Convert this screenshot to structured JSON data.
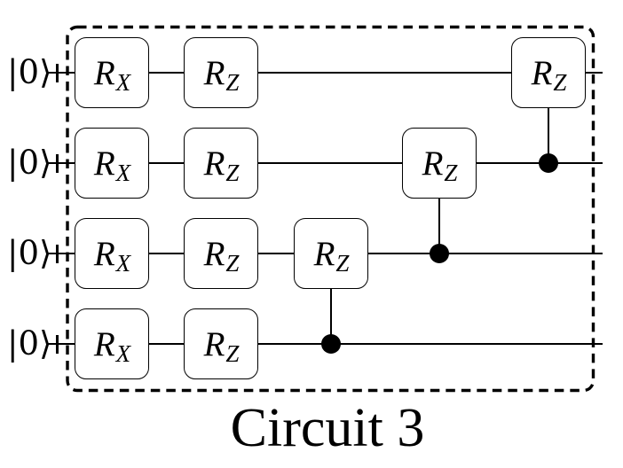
{
  "figure": {
    "caption": "Circuit 3",
    "colors": {
      "ink": "#000000",
      "background": "#ffffff"
    },
    "qubits": [
      {
        "label": "|0⟩"
      },
      {
        "label": "|0⟩"
      },
      {
        "label": "|0⟩"
      },
      {
        "label": "|0⟩"
      }
    ],
    "gates": [
      {
        "main": "R",
        "sub": "X",
        "qubit": 0,
        "column": 0
      },
      {
        "main": "R",
        "sub": "Z",
        "qubit": 0,
        "column": 1
      },
      {
        "main": "R",
        "sub": "X",
        "qubit": 1,
        "column": 0
      },
      {
        "main": "R",
        "sub": "Z",
        "qubit": 1,
        "column": 1
      },
      {
        "main": "R",
        "sub": "X",
        "qubit": 2,
        "column": 0
      },
      {
        "main": "R",
        "sub": "Z",
        "qubit": 2,
        "column": 1
      },
      {
        "main": "R",
        "sub": "X",
        "qubit": 3,
        "column": 0
      },
      {
        "main": "R",
        "sub": "Z",
        "qubit": 3,
        "column": 1
      },
      {
        "main": "R",
        "sub": "Z",
        "qubit": 2,
        "column": 2,
        "control_qubit": 3
      },
      {
        "main": "R",
        "sub": "Z",
        "qubit": 1,
        "column": 3,
        "control_qubit": 2
      },
      {
        "main": "R",
        "sub": "Z",
        "qubit": 0,
        "column": 4,
        "control_qubit": 1
      }
    ]
  }
}
